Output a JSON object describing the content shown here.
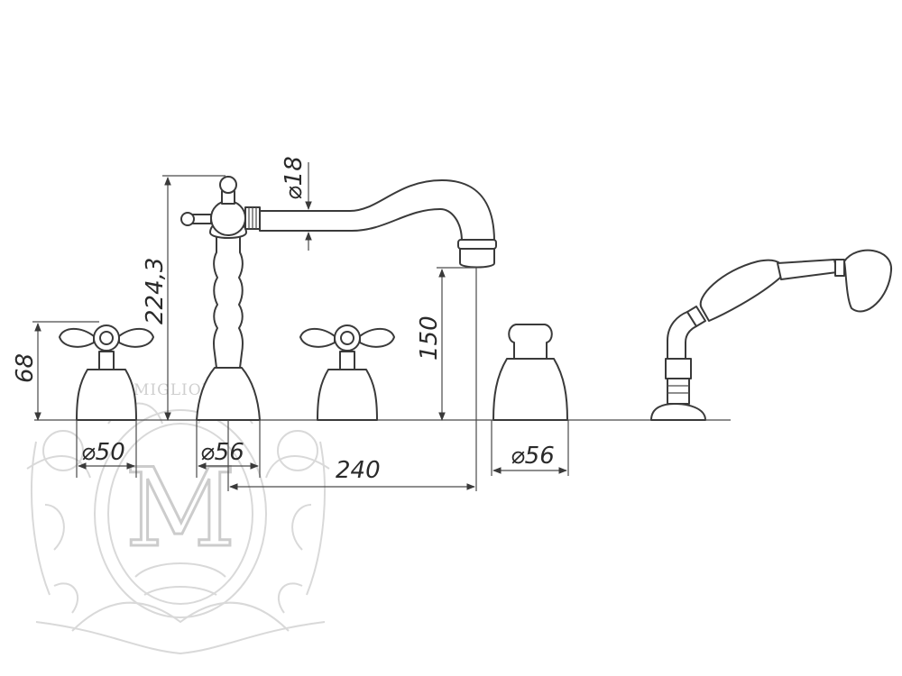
{
  "watermark": {
    "text": "MIGLIORE",
    "monogram": "M"
  },
  "dimensions": {
    "spout_diameter": "⌀18",
    "total_height": "224,3",
    "spout_height": "150",
    "handle_height": "68",
    "handle_base_diameter": "⌀50",
    "spout_base_diameter": "⌀56",
    "spout_reach": "240",
    "diverter_base_diameter": "⌀56"
  },
  "colors": {
    "line": "#3a3a3a",
    "watermark": "#d9d9d9"
  }
}
